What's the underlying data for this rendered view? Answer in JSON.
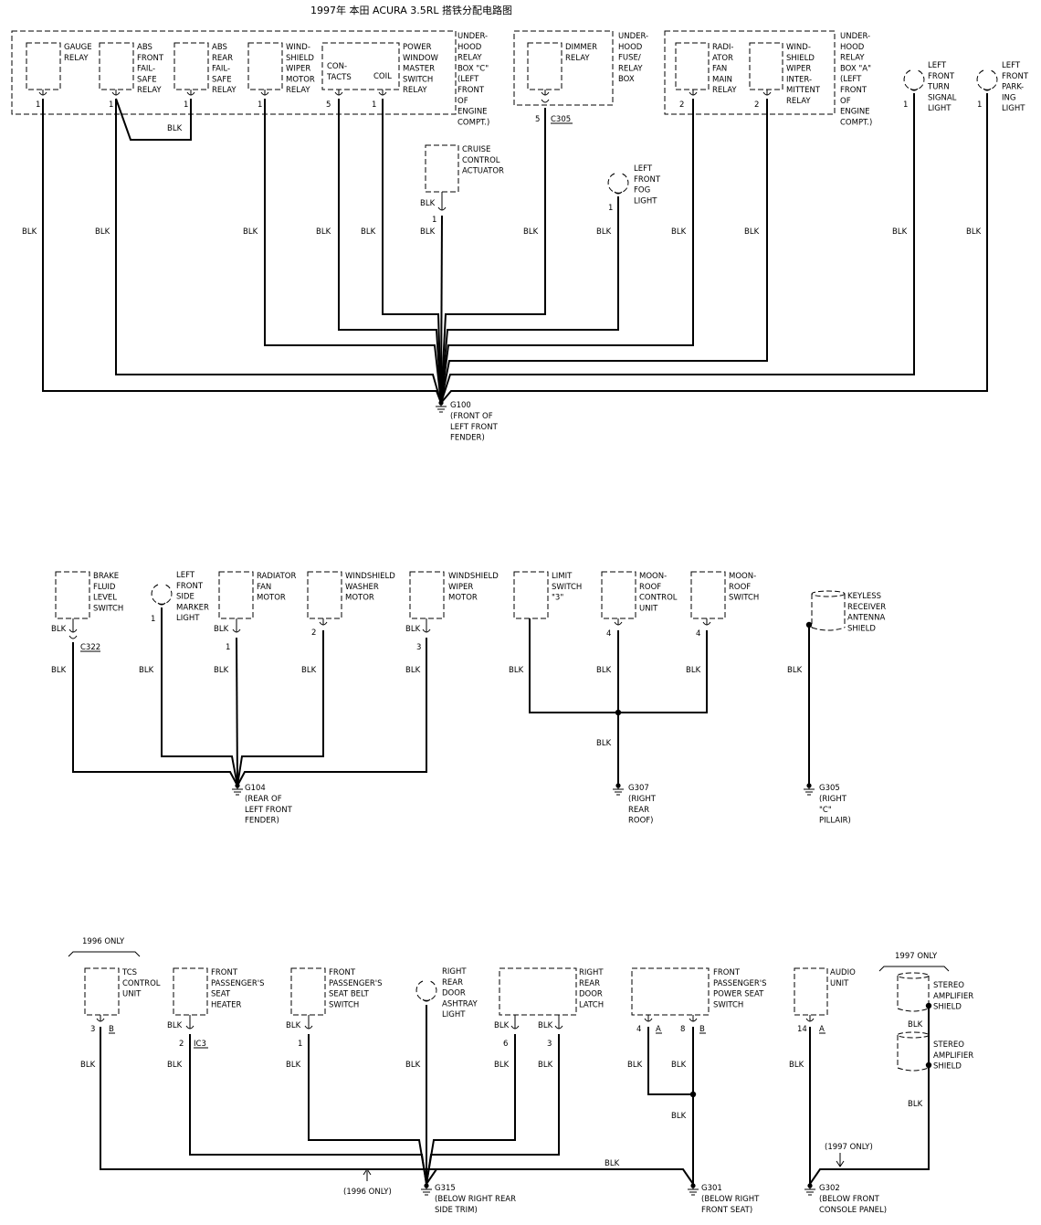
{
  "title": "1997年 本田 ACURA 3.5RL   搭铁分配电路图",
  "wire_color": "BLK",
  "upper": {
    "box_c": {
      "label": [
        "UNDER-",
        "HOOD",
        "RELAY",
        "BOX \"C\"",
        "(LEFT",
        "FRONT",
        "OF",
        "ENGINE",
        "COMPT.)"
      ],
      "relays": [
        {
          "label": [
            "GAUGE",
            "RELAY"
          ],
          "pin": "1"
        },
        {
          "label": [
            "ABS",
            "FRONT",
            "FAIL-",
            "SAFE",
            "RELAY"
          ],
          "pin": "1"
        },
        {
          "label": [
            "ABS",
            "REAR",
            "FAIL-",
            "SAFE",
            "RELAY"
          ],
          "pin": "1"
        },
        {
          "label": [
            "WIND-",
            "SHIELD",
            "WIPER",
            "MOTOR",
            "RELAY"
          ],
          "pin": "1"
        },
        {
          "label": [
            "POWER",
            "WINDOW",
            "MASTER",
            "SWITCH",
            "RELAY"
          ],
          "contacts": [
            "CON-",
            "TACTS"
          ],
          "coil": "COIL",
          "pins": [
            "5",
            "1"
          ]
        }
      ]
    },
    "fuse_box": {
      "label": [
        "UNDER-",
        "HOOD",
        "FUSE/",
        "RELAY",
        "BOX"
      ],
      "relay": [
        "DIMMER",
        "RELAY"
      ],
      "pin": "5",
      "connector": "C305"
    },
    "box_a": {
      "label": [
        "UNDER-",
        "HOOD",
        "RELAY",
        "BOX \"A\"",
        "(LEFT",
        "FRONT",
        "OF",
        "ENGINE",
        "COMPT.)"
      ],
      "relays": [
        {
          "label": [
            "RADI-",
            "ATOR",
            "FAN",
            "MAIN",
            "RELAY"
          ],
          "pin": "2"
        },
        {
          "label": [
            "WIND-",
            "SHIELD",
            "WIPER",
            "INTER-",
            "MITTENT",
            "RELAY"
          ],
          "pin": "2"
        }
      ]
    },
    "turn_signal": {
      "label": [
        "LEFT",
        "FRONT",
        "TURN",
        "SIGNAL",
        "LIGHT"
      ],
      "pin": "1"
    },
    "parking": {
      "label": [
        "LEFT",
        "FRONT",
        "PARK-",
        "ING",
        "LIGHT"
      ],
      "pin": "1"
    },
    "cruise": {
      "label": [
        "CRUISE",
        "CONTROL",
        "ACTUATOR"
      ],
      "pin": "1"
    },
    "fog": {
      "label": [
        "LEFT",
        "FRONT",
        "FOG",
        "LIGHT"
      ],
      "pin": "1"
    },
    "ground": {
      "id": "G100",
      "location": [
        "(FRONT OF",
        "LEFT FRONT",
        "FENDER)"
      ]
    }
  },
  "middle": {
    "brake": {
      "label": [
        "BRAKE",
        "FLUID",
        "LEVEL",
        "SWITCH"
      ],
      "connector": "C322"
    },
    "marker": {
      "label": [
        "LEFT",
        "FRONT",
        "SIDE",
        "MARKER",
        "LIGHT"
      ],
      "pin": "1"
    },
    "fan_motor": {
      "label": [
        "RADIATOR",
        "FAN",
        "MOTOR"
      ],
      "pin": "1"
    },
    "washer": {
      "label": [
        "WINDSHIELD",
        "WASHER",
        "MOTOR"
      ],
      "pin": "2"
    },
    "wiper": {
      "label": [
        "WINDSHIELD",
        "WIPER",
        "MOTOR"
      ],
      "pin": "3"
    },
    "ground_g104": {
      "id": "G104",
      "location": [
        "(REAR OF",
        "LEFT FRONT",
        "FENDER)"
      ]
    },
    "limit": {
      "label": [
        "LIMIT",
        "SWITCH",
        "\"3\""
      ]
    },
    "moonroof_unit": {
      "label": [
        "MOON-",
        "ROOF",
        "CONTROL",
        "UNIT"
      ],
      "pin": "4"
    },
    "moonroof_switch": {
      "label": [
        "MOON-",
        "ROOF",
        "SWITCH"
      ],
      "pin": "4"
    },
    "ground_g307": {
      "id": "G307",
      "location": [
        "(RIGHT",
        "REAR",
        "ROOF)"
      ]
    },
    "keyless": {
      "label": [
        "KEYLESS",
        "RECEIVER",
        "ANTENNA",
        "SHIELD"
      ]
    },
    "ground_g305": {
      "id": "G305",
      "location": [
        "(RIGHT",
        "\"C\"",
        "PILLAIR)"
      ]
    }
  },
  "lower": {
    "note_1996": "1996 ONLY",
    "note_1997": "1997 ONLY",
    "tcs": {
      "label": [
        "TCS",
        "CONTROL",
        "UNIT"
      ],
      "pins": [
        "3",
        "B"
      ]
    },
    "seat_heater": {
      "label": [
        "FRONT",
        "PASSENGER'S",
        "SEAT",
        "HEATER"
      ],
      "pins": [
        "2",
        "IC3"
      ]
    },
    "seat_belt": {
      "label": [
        "FRONT",
        "PASSENGER'S",
        "SEAT BELT",
        "SWITCH"
      ],
      "pin": "1"
    },
    "ashtray": {
      "label": [
        "RIGHT",
        "REAR",
        "DOOR",
        "ASHTRAY",
        "LIGHT"
      ]
    },
    "door_latch": {
      "label": [
        "RIGHT",
        "REAR",
        "DOOR",
        "LATCH"
      ],
      "pins": [
        "6",
        "3"
      ]
    },
    "power_seat": {
      "label": [
        "FRONT",
        "PASSENGER'S",
        "POWER SEAT",
        "SWITCH"
      ],
      "pins": [
        "4",
        "A",
        "8",
        "B"
      ]
    },
    "audio": {
      "label": [
        "AUDIO",
        "UNIT"
      ],
      "pins": [
        "14",
        "A"
      ]
    },
    "stereo": {
      "label": [
        "STEREO",
        "AMPLIFIER",
        "SHIELD"
      ]
    },
    "ground_g315": {
      "id": "G315",
      "location": [
        "(BELOW RIGHT REAR",
        "SIDE TRIM)"
      ]
    },
    "ground_g301": {
      "id": "G301",
      "location": [
        "(BELOW RIGHT",
        "FRONT SEAT)"
      ]
    },
    "ground_g302": {
      "id": "G302",
      "location": [
        "(BELOW FRONT",
        "CONSOLE PANEL)"
      ]
    },
    "note_1996_paren": "(1996 ONLY)",
    "note_1997_paren": "(1997 ONLY)"
  }
}
